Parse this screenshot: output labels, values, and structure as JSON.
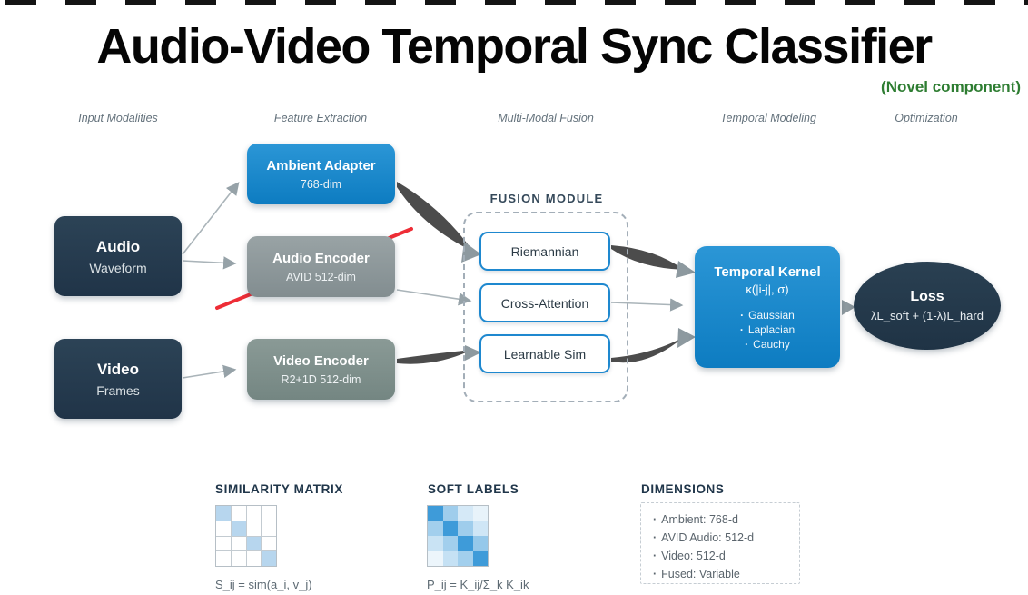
{
  "colors": {
    "accent_blue": "#1287ca",
    "dark_navy": "#263b4d",
    "audio_encoder_gray": "#8e989b",
    "video_encoder_gray": "#81928f",
    "fusion_border_blue": "#1e88cf",
    "novel_green": "#2e7d32",
    "strikethrough_red": "#ee2d36"
  },
  "header": {
    "title": "Audio-Video Temporal Sync Classifier",
    "badge": "(Novel component)"
  },
  "columns": [
    {
      "label": "Input Modalities"
    },
    {
      "label": "Feature Extraction"
    },
    {
      "label": "Multi-Modal Fusion"
    },
    {
      "label": "Temporal Modeling"
    },
    {
      "label": "Optimization"
    }
  ],
  "nodes": {
    "audio": {
      "title": "Audio",
      "subtitle": "Waveform"
    },
    "video": {
      "title": "Video",
      "subtitle": "Frames"
    },
    "ambient_adapter": {
      "title": "Ambient Adapter",
      "subtitle": "768-dim"
    },
    "audio_encoder": {
      "title": "Audio Encoder",
      "subtitle": "AVID 512-dim",
      "status": "struck-through"
    },
    "video_encoder": {
      "title": "Video Encoder",
      "subtitle": "R2+1D 512-dim"
    },
    "fusion_module": {
      "label": "FUSION MODULE",
      "items": [
        {
          "label": "Riemannian"
        },
        {
          "label": "Cross-Attention"
        },
        {
          "label": "Learnable Sim"
        }
      ]
    },
    "temporal_kernel": {
      "title": "Temporal Kernel",
      "formula": "κ(|i-j|, σ)",
      "kernels": [
        {
          "label": "Gaussian"
        },
        {
          "label": "Laplacian"
        },
        {
          "label": "Cauchy"
        }
      ]
    },
    "loss": {
      "title": "Loss",
      "formula": "λL_soft + (1-λ)L_hard"
    }
  },
  "footer": {
    "similarity_matrix": {
      "title": "SIMILARITY MATRIX",
      "formula": "S_ij = sim(a_i, v_j)",
      "grid": {
        "base_rgb": [
          183,
          214,
          238
        ],
        "gap": 1,
        "rows": [
          [
            1,
            0,
            0,
            0
          ],
          [
            0,
            1,
            0,
            0
          ],
          [
            0,
            0,
            1,
            0
          ],
          [
            0,
            0,
            0,
            1
          ]
        ]
      }
    },
    "soft_labels": {
      "title": "SOFT LABELS",
      "formula": "P_ij = K_ij/Σ_k K_ik",
      "grid": {
        "base_rgb": [
          62,
          155,
          217
        ],
        "gap": 0,
        "rows": [
          [
            1.0,
            0.5,
            0.22,
            0.12
          ],
          [
            0.48,
            1.0,
            0.5,
            0.25
          ],
          [
            0.28,
            0.48,
            1.0,
            0.55
          ],
          [
            0.1,
            0.3,
            0.48,
            1.0
          ]
        ]
      }
    },
    "dimensions": {
      "title": "DIMENSIONS",
      "items": [
        {
          "label": "Ambient: 768-d"
        },
        {
          "label": "AVID Audio: 512-d"
        },
        {
          "label": "Video: 512-d"
        },
        {
          "label": "Fused: Variable"
        }
      ]
    }
  }
}
